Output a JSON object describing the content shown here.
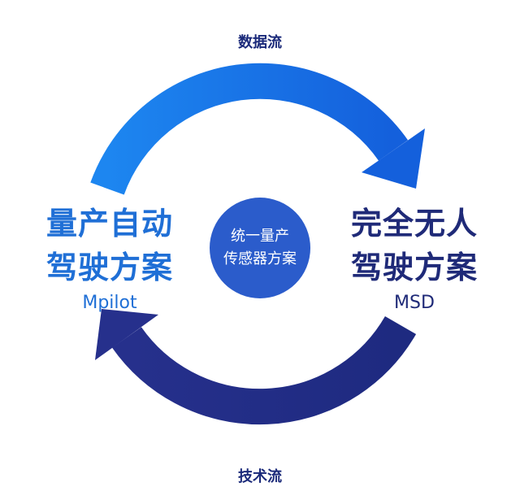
{
  "top_flow": {
    "label": "数据流",
    "color": "#1a6fe8"
  },
  "bottom_flow": {
    "label": "技术流",
    "color": "#262f8e"
  },
  "left_node": {
    "line1": "量产自动",
    "line2": "驾驶方案",
    "name": "Mpilot",
    "color": "#1f6fd6"
  },
  "right_node": {
    "line1": "完全无人",
    "line2": "驾驶方案",
    "name": "MSD",
    "color": "#1f2a78"
  },
  "center_node": {
    "line1": "统一量产",
    "line2": "传感器方案",
    "color": "#2b5ccb"
  }
}
